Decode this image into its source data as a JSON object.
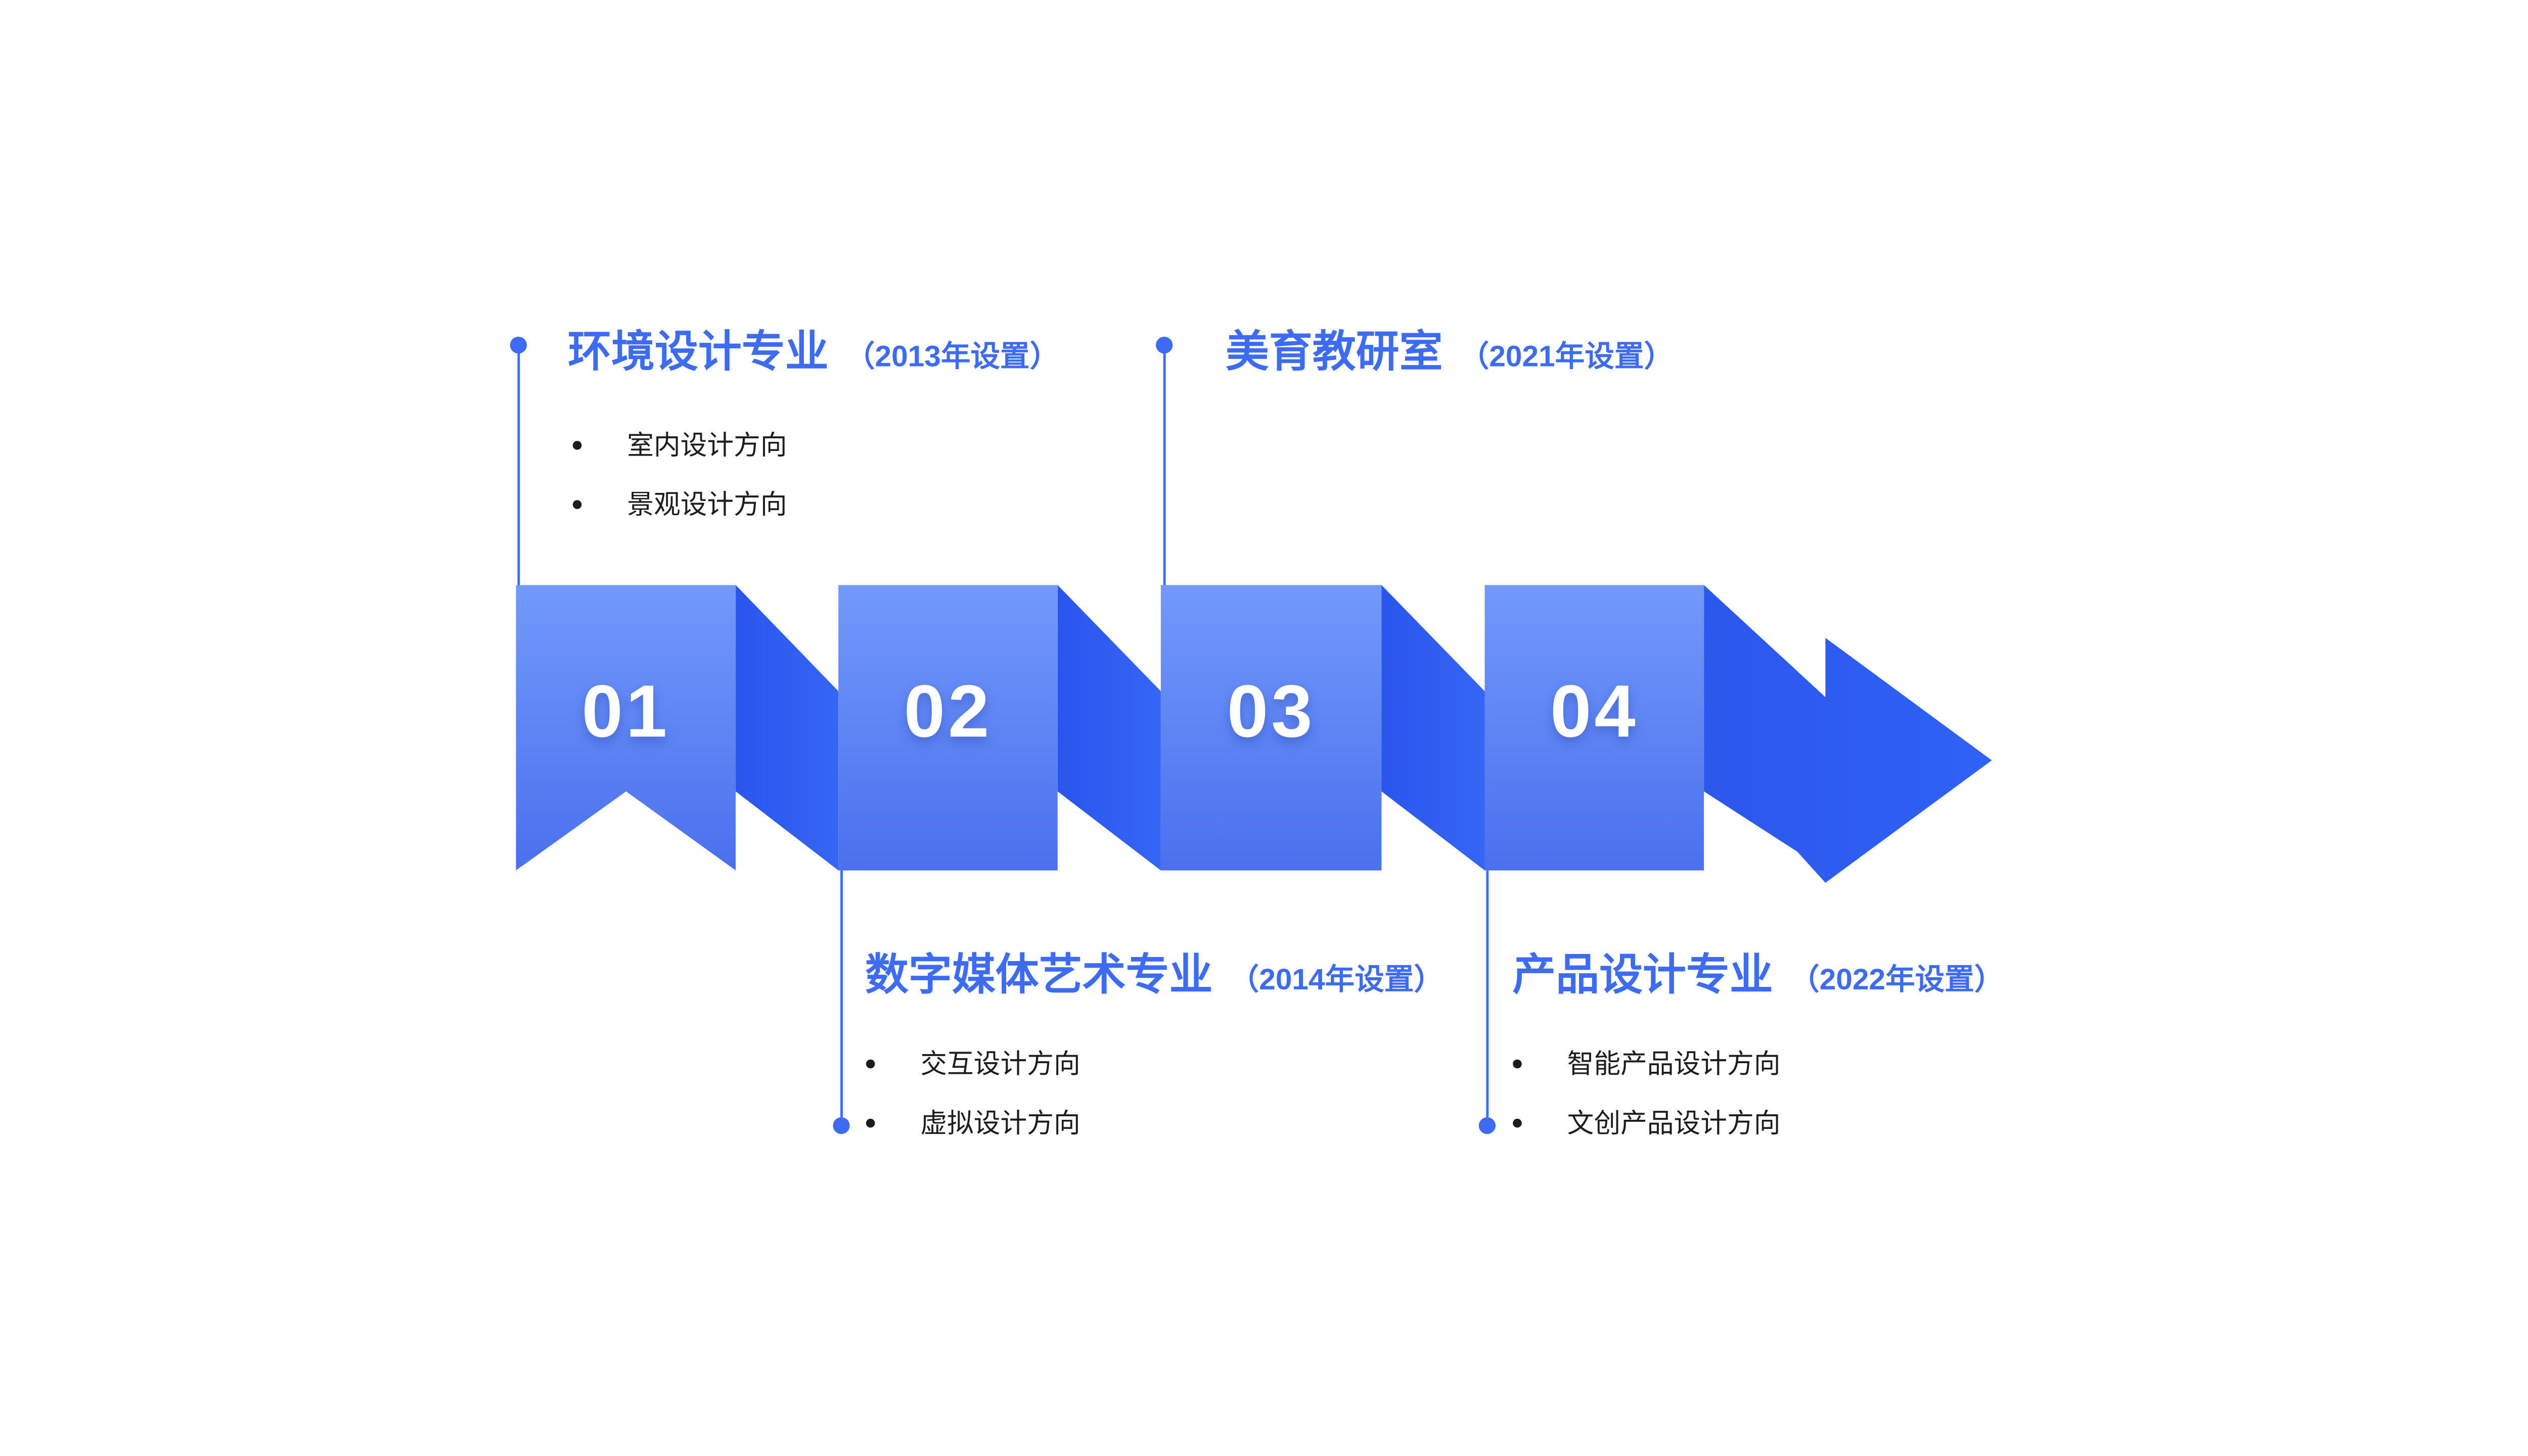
{
  "colors": {
    "accent": "#3D6BF4",
    "panel_top": "#7299FB",
    "panel_bottom": "#4B70EE",
    "fold_start": "#2A55ED",
    "fold_end": "#3566F5",
    "arrow_start": "#2C57EC",
    "arrow_end": "#2F62F5",
    "number_text": "#FFFFFF",
    "body_text": "#1C1C1C"
  },
  "steps": [
    {
      "number": "01",
      "title": "环境设计专业",
      "year": "（2013年设置）",
      "items": [
        "室内设计方向",
        "景观设计方向"
      ]
    },
    {
      "number": "02",
      "title": "数字媒体艺术专业",
      "year": "（2014年设置）",
      "items": [
        "交互设计方向",
        "虚拟设计方向"
      ]
    },
    {
      "number": "03",
      "title": "美育教研室",
      "year": "（2021年设置）",
      "items": []
    },
    {
      "number": "04",
      "title": "产品设计专业",
      "year": "（2022年设置）",
      "items": [
        "智能产品设计方向",
        "文创产品设计方向"
      ]
    }
  ]
}
